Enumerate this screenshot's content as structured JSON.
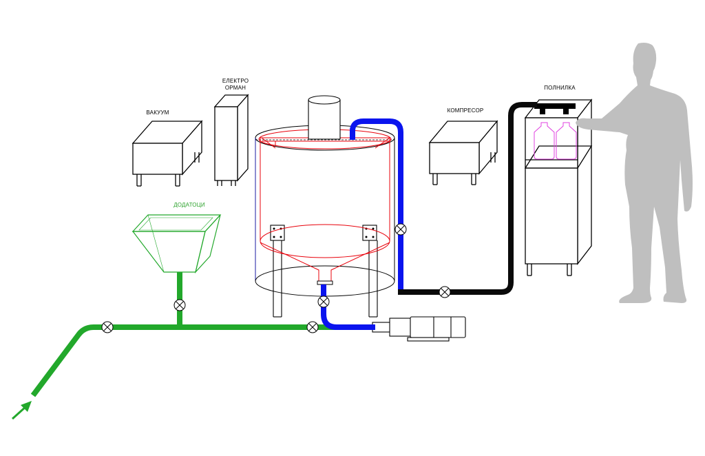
{
  "labels": {
    "vacuum": "ВАКУУМ",
    "cabinet_line1": "ЕЛЕКТРО",
    "cabinet_line2": "ОРМАН",
    "additives": "ДОДАТОЦИ",
    "compressor": "КОМПРЕСОР",
    "filler": "ПОЛНИЛКА"
  },
  "colors": {
    "feed_line": "#22a82b",
    "additives_label": "#2aa12a",
    "product_line": "#0a14ee",
    "filling_line": "#0a0a0a",
    "tank_inner": "#e8000a",
    "bottle": "#e040e0",
    "person": "#bfbfbf",
    "equipment_stroke": "#000000"
  },
  "icons": {
    "valve": "valve-icon",
    "flow_arrow": "arrow-up-right-icon"
  }
}
